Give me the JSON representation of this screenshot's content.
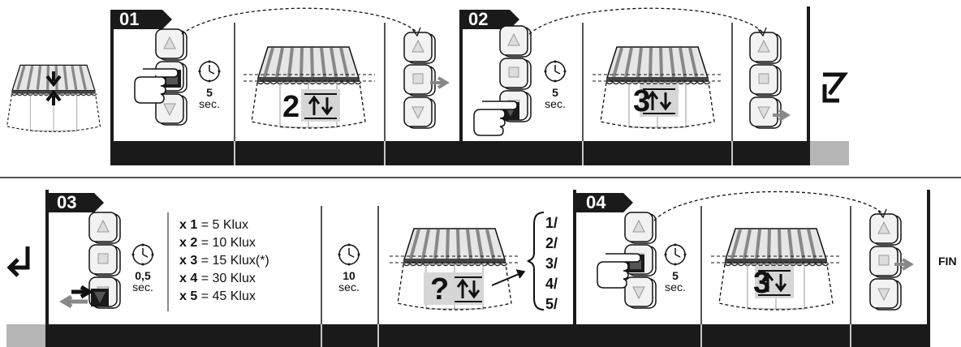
{
  "steps": [
    {
      "number": "01",
      "timer": {
        "value": "5",
        "unit": "sec."
      },
      "result": "2"
    },
    {
      "number": "02",
      "timer": {
        "value": "5",
        "unit": "sec."
      },
      "result": "3"
    },
    {
      "number": "03",
      "timer": {
        "value": "0,5",
        "unit": "sec."
      },
      "wait": {
        "value": "10",
        "unit": "sec."
      },
      "result": "?"
    },
    {
      "number": "04",
      "timer": {
        "value": "5",
        "unit": "sec."
      },
      "result": "3"
    }
  ],
  "lux_options": [
    {
      "press": "x 1",
      "eq": "= 5 Klux"
    },
    {
      "press": "x 2",
      "eq": "= 10 Klux"
    },
    {
      "press": "x 3",
      "eq": "= 15 Klux(*)"
    },
    {
      "press": "x 4",
      "eq": "= 30 Klux"
    },
    {
      "press": "x 5",
      "eq": "= 45 Klux"
    }
  ],
  "result_options": [
    "1/",
    "2/",
    "3/",
    "4/",
    "5/"
  ],
  "end_label": "FIN",
  "colors": {
    "bar": "#1a1a1a",
    "accent_grey": "#b5b5b5",
    "awning_stripe": "#8a8a8a"
  }
}
